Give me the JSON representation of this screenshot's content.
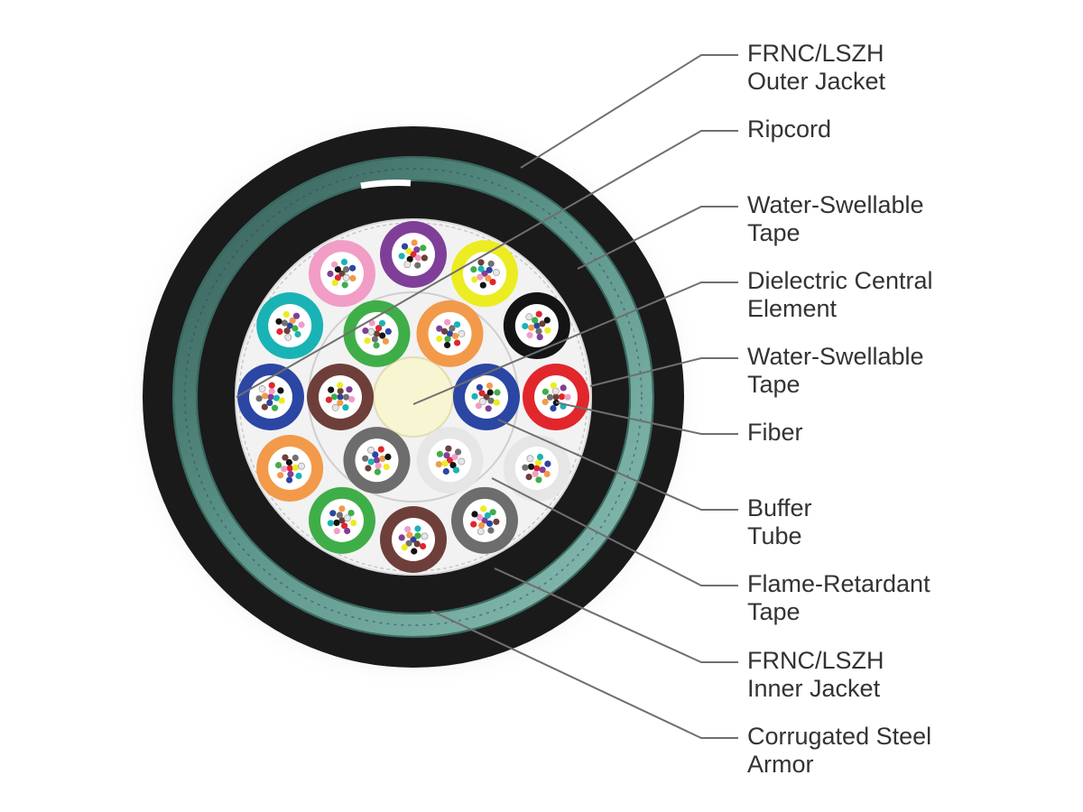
{
  "labels": [
    {
      "id": "outer-jacket",
      "lines": [
        "FRNC/LSZH",
        "Outer Jacket"
      ]
    },
    {
      "id": "ripcord",
      "lines": [
        "Ripcord"
      ]
    },
    {
      "id": "water-swellable-tape-outer",
      "lines": [
        "Water-Swellable",
        "Tape"
      ]
    },
    {
      "id": "dielectric-central-element",
      "lines": [
        "Dielectric Central",
        "Element"
      ]
    },
    {
      "id": "water-swellable-tape-inner",
      "lines": [
        "Water-Swellable",
        "Tape"
      ]
    },
    {
      "id": "fiber",
      "lines": [
        "Fiber"
      ]
    },
    {
      "id": "buffer-tube",
      "lines": [
        "Buffer",
        "Tube"
      ]
    },
    {
      "id": "flame-retardant-tape",
      "lines": [
        "Flame-Retardant",
        "Tape"
      ]
    },
    {
      "id": "inner-jacket",
      "lines": [
        "FRNC/LSZH",
        "Inner Jacket"
      ]
    },
    {
      "id": "armor",
      "lines": [
        "Corrugated Steel",
        "Armor"
      ]
    }
  ],
  "colors": {
    "jacket": "#1a1a1a",
    "armor": "#4f8277",
    "core_background": "#f2f2f2",
    "central_element": "#f8f5d2",
    "leader_line": "#6f6f6f"
  },
  "buffer_tube_colors": {
    "inner_ring": [
      "orange",
      "blue",
      "white",
      "gray",
      "brown",
      "green"
    ],
    "outer_ring": [
      "purple",
      "yellow",
      "black",
      "red",
      "white",
      "gray",
      "brown",
      "green",
      "orange",
      "blue",
      "aqua",
      "rose"
    ]
  },
  "fiber_colors": [
    "blue",
    "orange",
    "green",
    "brown",
    "slate",
    "white",
    "red",
    "black",
    "yellow",
    "violet",
    "rose",
    "aqua"
  ],
  "color_palette": {
    "blue": "#2b46a3",
    "orange": "#f29a4a",
    "green": "#3fae49",
    "brown": "#6e3f3a",
    "slate": "#707070",
    "white": "#e6e6e6",
    "red": "#e1262c",
    "black": "#141414",
    "yellow": "#ecec22",
    "violet": "#7f3f98",
    "rose": "#f19dc6",
    "aqua": "#1ab3b5",
    "gray": "#6d6d6d",
    "purple": "#7f3f98"
  }
}
